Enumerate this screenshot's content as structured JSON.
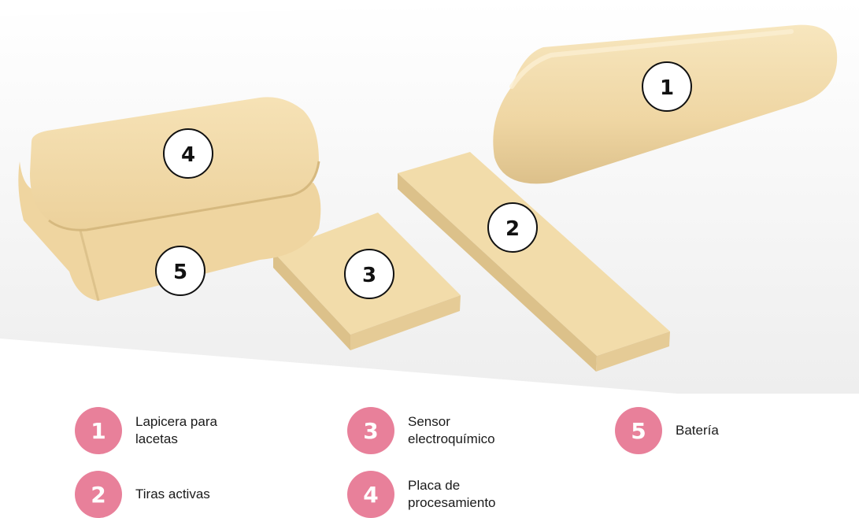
{
  "colors": {
    "part_fill": "#f2dcaa",
    "part_shade": "#d9bd83",
    "part_light": "#f8e7c0",
    "floor": "#f3f3f3",
    "badge": "#e8809a"
  },
  "parts": [
    {
      "id": "1",
      "icon": "pen-body"
    },
    {
      "id": "2",
      "icon": "strip-bar"
    },
    {
      "id": "3",
      "icon": "sensor-square"
    },
    {
      "id": "4",
      "icon": "board-lid"
    },
    {
      "id": "5",
      "icon": "battery-base"
    }
  ],
  "callouts": [
    "1",
    "2",
    "3",
    "4",
    "5"
  ],
  "legend": [
    {
      "number": "1",
      "label": "Lapicera para\nlacetas"
    },
    {
      "number": "2",
      "label": "Tiras activas"
    },
    {
      "number": "3",
      "label": "Sensor\nelectroquímico"
    },
    {
      "number": "4",
      "label": "Placa de\nprocesamiento"
    },
    {
      "number": "5",
      "label": "Batería"
    }
  ]
}
